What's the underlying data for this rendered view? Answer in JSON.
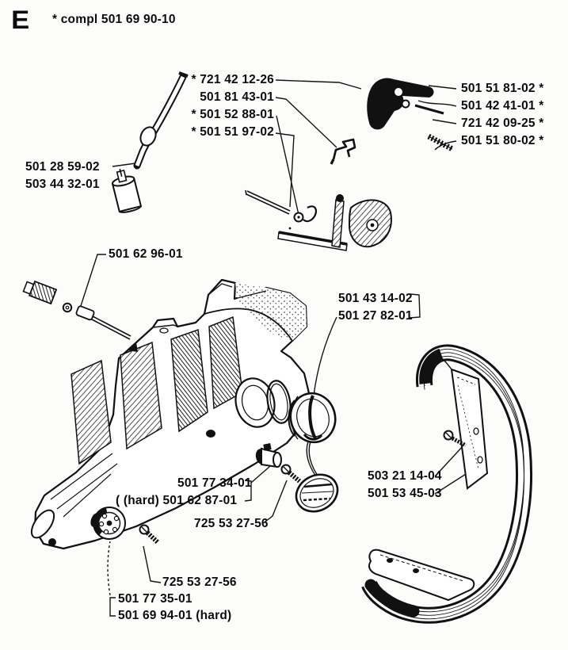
{
  "page": {
    "section_letter": "E",
    "compl_label": "* compl 501 69 90-10"
  },
  "labels": {
    "l1": "* 721 42 12-26",
    "l2": "501 81 43-01",
    "l3": "* 501 52 88-01",
    "l4": "* 501 51 97-02",
    "r1": "501 51 81-02 *",
    "r2": "501 42 41-01 *",
    "r3": "721 42 09-25 *",
    "r4": "501 51 80-02 *",
    "hose": "501 28 59-02",
    "filter": "503 44 32-01",
    "rod": "501 62 96-01",
    "cap1": "501 43 14-02",
    "cap2": "501 27 82-01",
    "handle_screw": "503 21 14-04",
    "handle_bracket": "501 53 45-03",
    "plug1": "501 77 34-01",
    "plug2": "( (hard) 501 62 87-01",
    "screw_a": "725 53 27-56",
    "screw_b": "725 53 27-56",
    "damper1": "501 77 35-01",
    "damper2": "501 69 94-01 (hard)"
  },
  "colors": {
    "ink": "#0c0c0c",
    "paper": "#fcfcfb"
  }
}
